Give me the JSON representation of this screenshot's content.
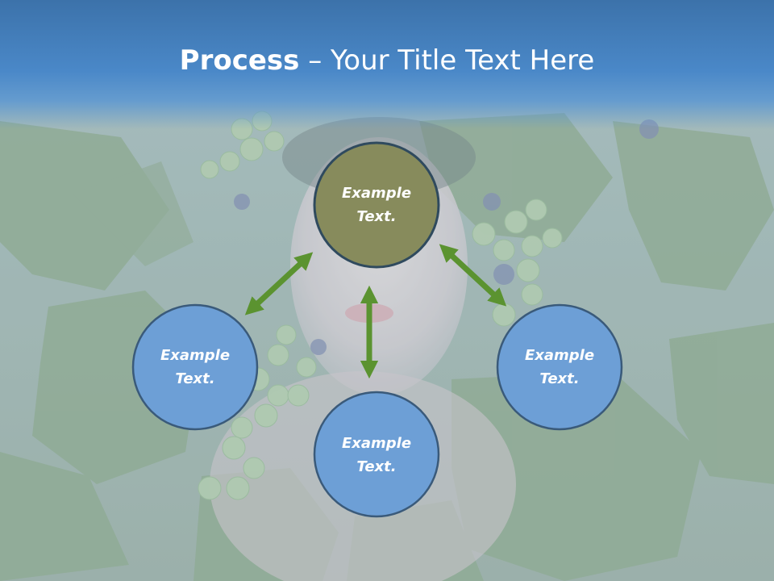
{
  "slide": {
    "title_bold": "Process",
    "title_separator": " – ",
    "title_rest": "Your Title Text Here"
  },
  "diagram": {
    "nodes": [
      {
        "id": "top",
        "text_line1": "Example",
        "text_line2": "Text.",
        "color": "#878b5c"
      },
      {
        "id": "left",
        "text_line1": "Example",
        "text_line2": "Text.",
        "color": "#6d9fd6"
      },
      {
        "id": "bottom",
        "text_line1": "Example",
        "text_line2": "Text.",
        "color": "#6d9fd6"
      },
      {
        "id": "right",
        "text_line1": "Example",
        "text_line2": "Text.",
        "color": "#6d9fd6"
      }
    ],
    "arrow_color": "#5b9330",
    "circle_border_color": "#3a5a7a"
  }
}
